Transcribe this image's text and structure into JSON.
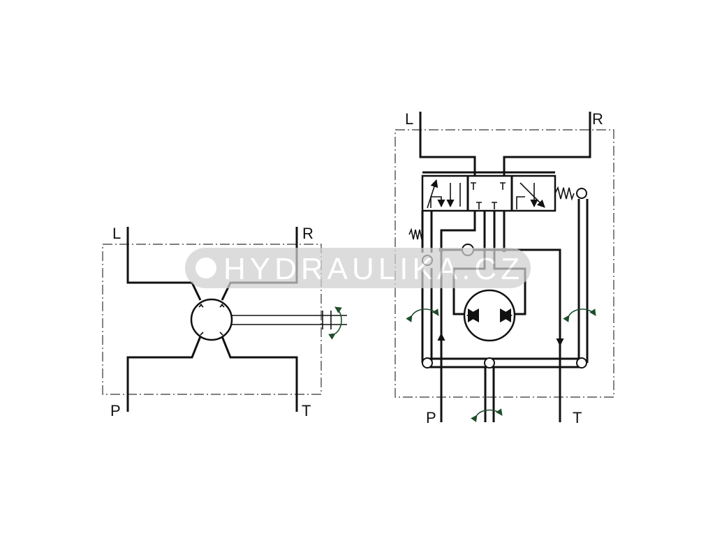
{
  "watermark": {
    "text": "HYDRAULIKA.CZ",
    "color": "#ffffff"
  },
  "left_diagram": {
    "ports": {
      "l": "L",
      "r": "R",
      "p": "P",
      "t": "T"
    }
  },
  "right_diagram": {
    "ports": {
      "l": "L",
      "r": "R",
      "p": "P",
      "t": "T"
    }
  },
  "colors": {
    "line": "#111111",
    "accent": "#1d4d2c"
  }
}
